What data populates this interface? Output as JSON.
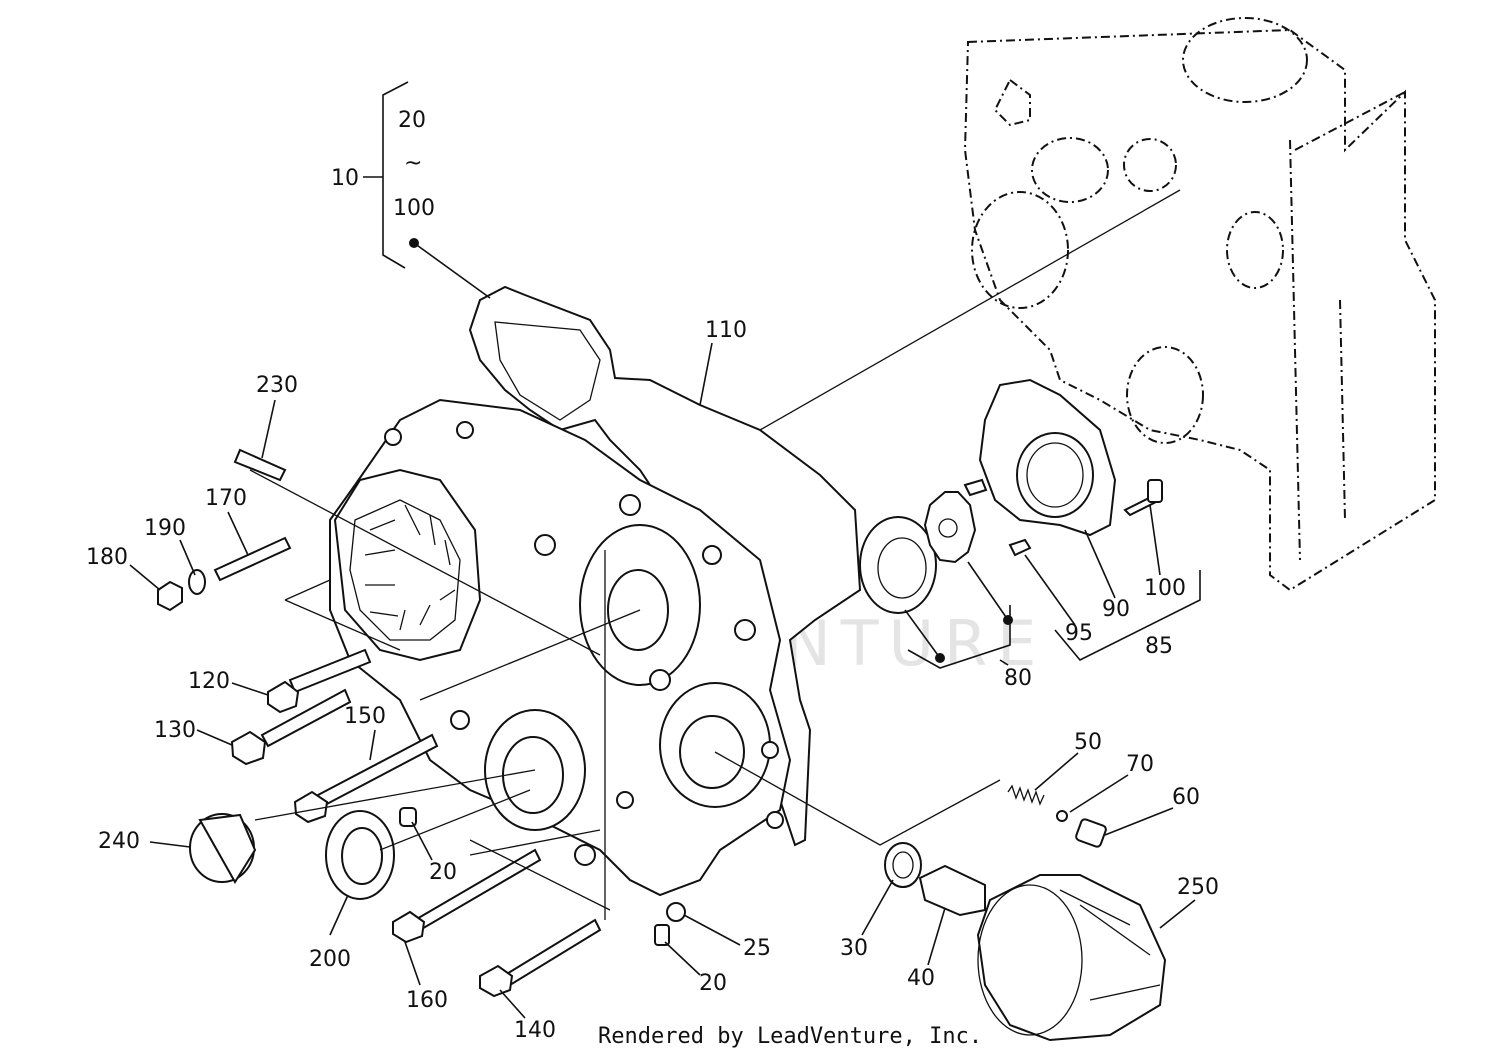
{
  "labels": {
    "l10": "10",
    "l20_top": "20",
    "range_sym": "~",
    "l100_top": "100",
    "l110": "110",
    "l230": "230",
    "l170": "170",
    "l190": "190",
    "l180": "180",
    "l120": "120",
    "l130": "130",
    "l150": "150",
    "l240": "240",
    "l200": "200",
    "l20_a": "20",
    "l160": "160",
    "l140": "140",
    "l20_b": "20",
    "l25": "25",
    "l30": "30",
    "l40": "40",
    "l250": "250",
    "l50": "50",
    "l70": "70",
    "l60": "60",
    "l80": "80",
    "l95": "95",
    "l90": "90",
    "l100": "100",
    "l85": "85"
  },
  "watermark": "LEADVENTURE",
  "footer": "Rendered by LeadVenture, Inc."
}
